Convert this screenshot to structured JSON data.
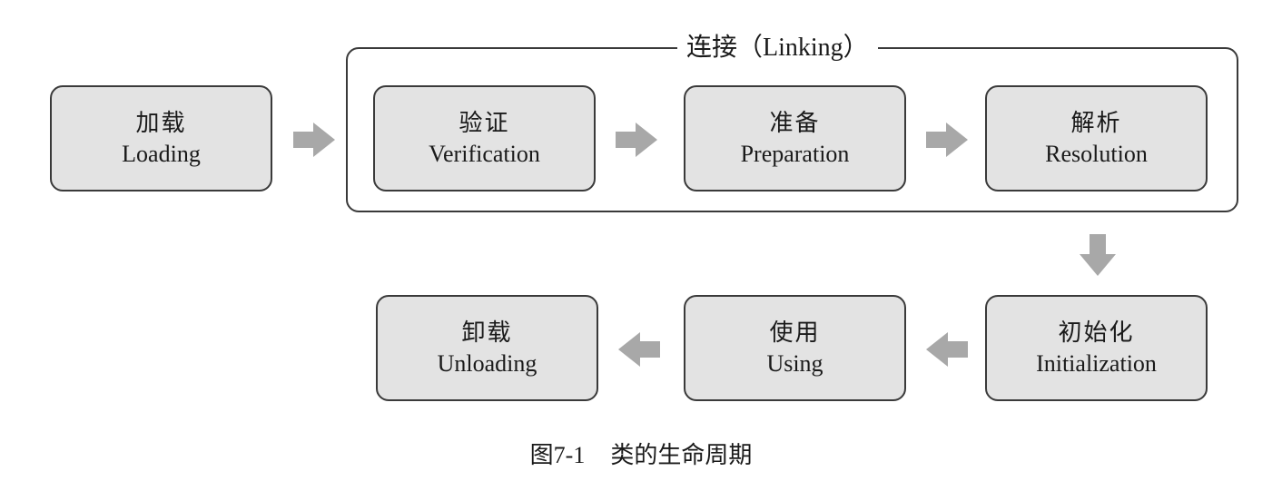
{
  "linking_group": {
    "label": "连接（Linking）"
  },
  "stages": {
    "loading": {
      "zh": "加载",
      "en": "Loading"
    },
    "verification": {
      "zh": "验证",
      "en": "Verification"
    },
    "preparation": {
      "zh": "准备",
      "en": "Preparation"
    },
    "resolution": {
      "zh": "解析",
      "en": "Resolution"
    },
    "initialization": {
      "zh": "初始化",
      "en": "Initialization"
    },
    "using": {
      "zh": "使用",
      "en": "Using"
    },
    "unloading": {
      "zh": "卸载",
      "en": "Unloading"
    }
  },
  "caption": {
    "number": "图7-1",
    "title": "类的生命周期"
  },
  "colors": {
    "box_fill": "#e3e3e3",
    "box_border": "#3a3a3a",
    "arrow": "#a8a8a8"
  }
}
